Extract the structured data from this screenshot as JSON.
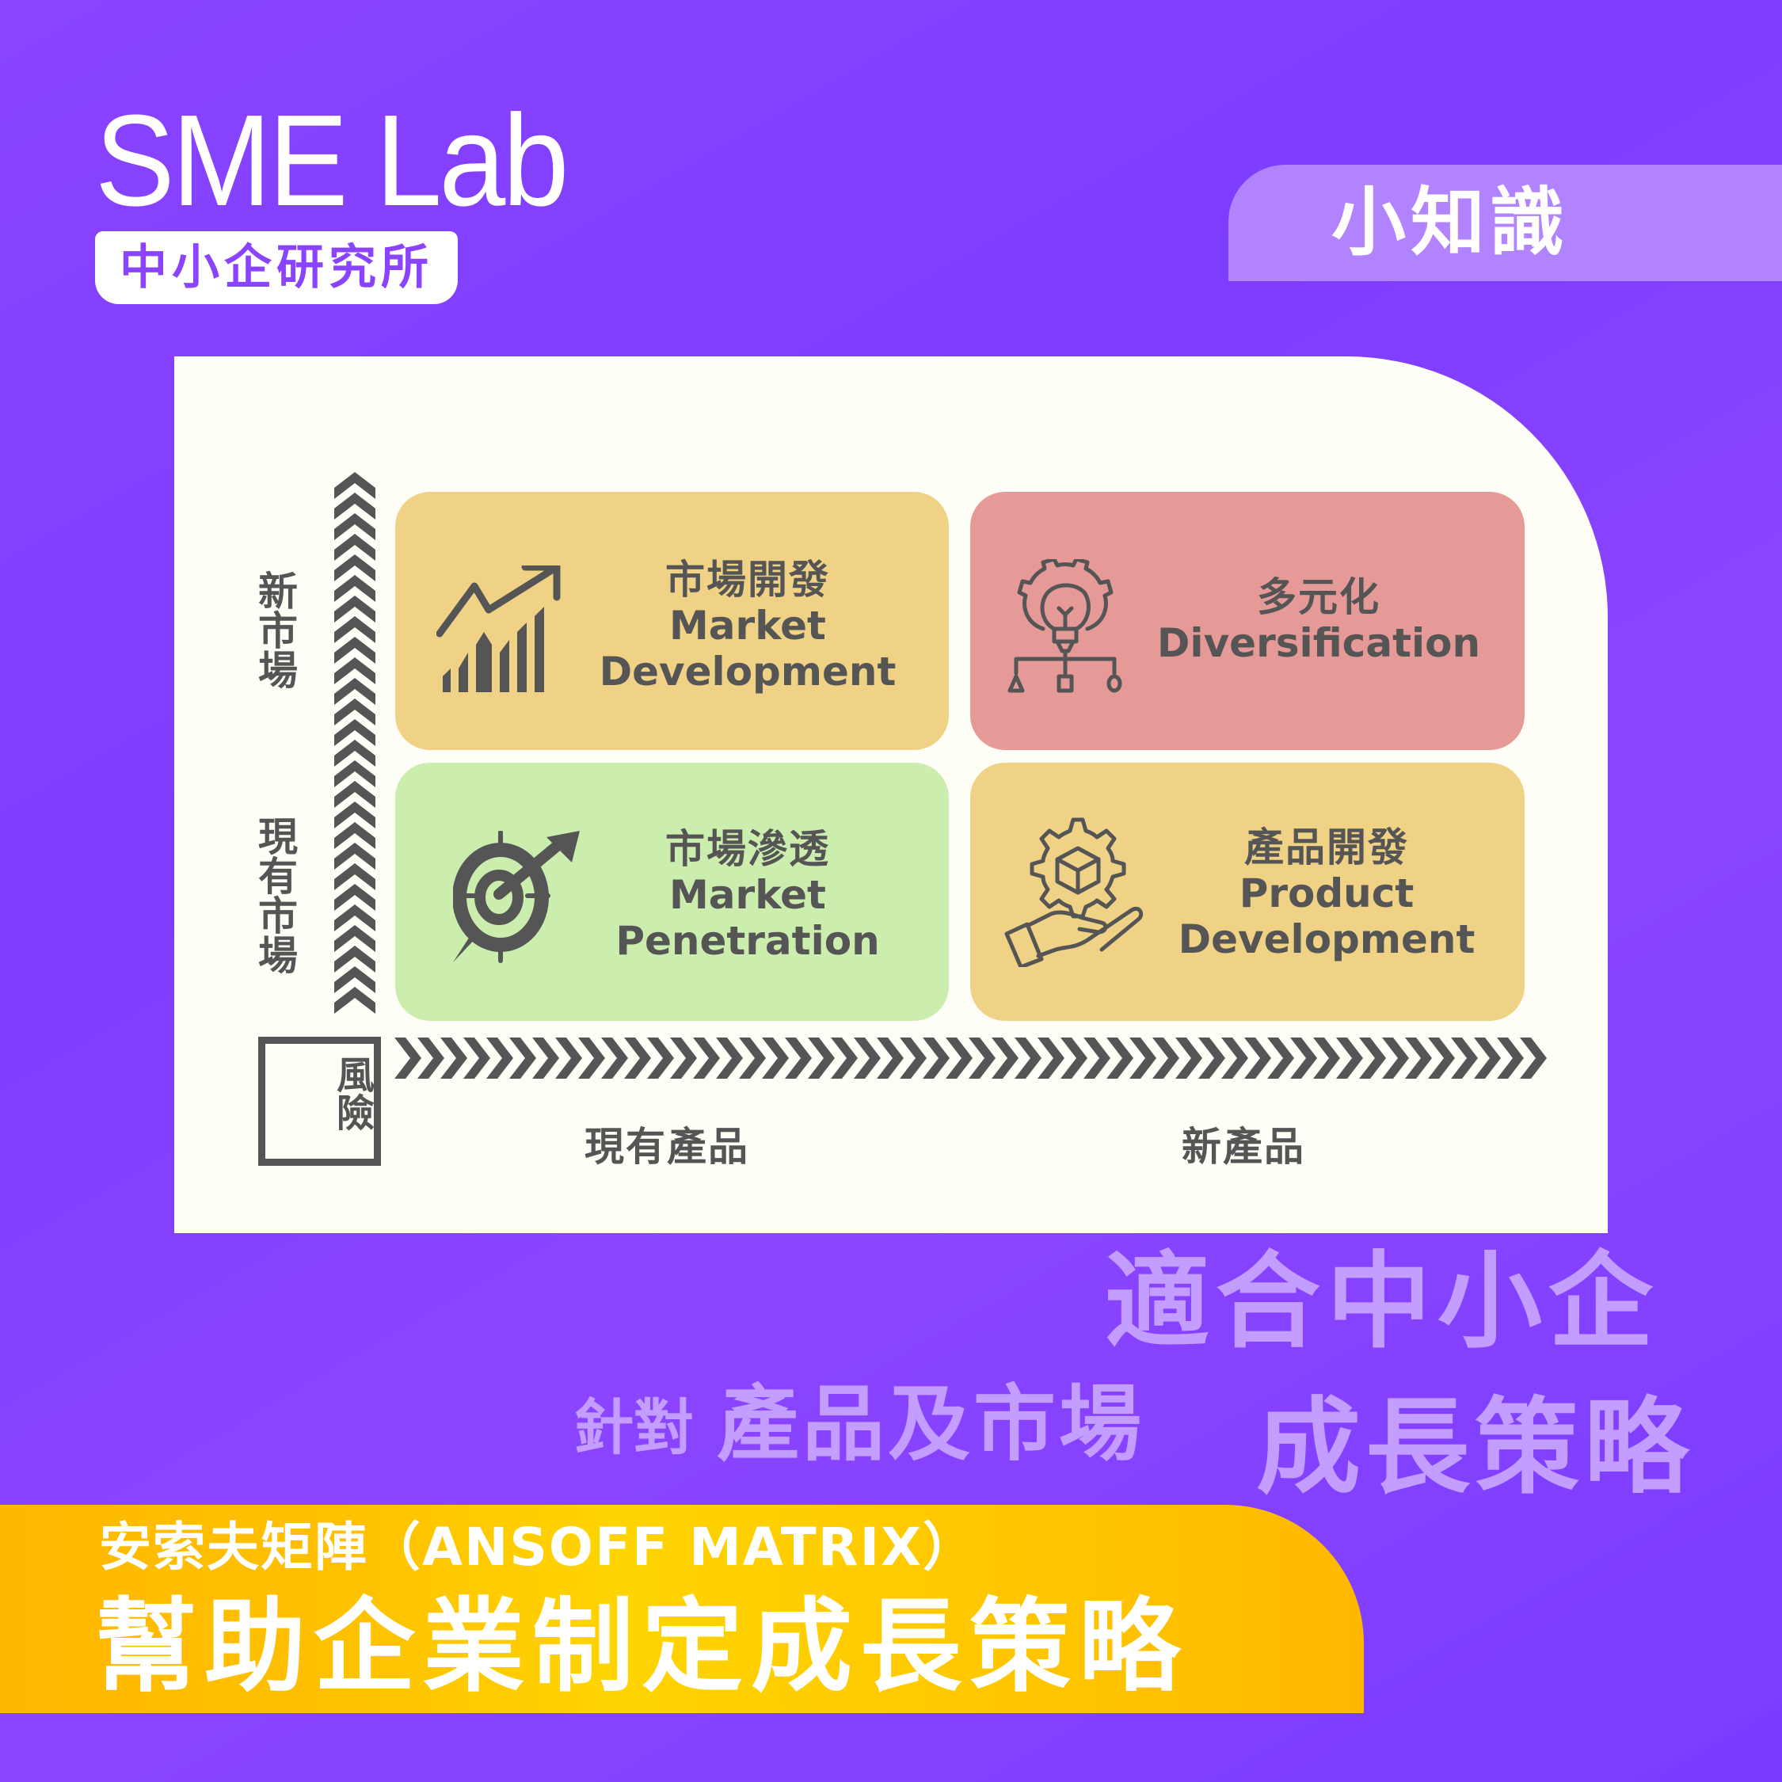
{
  "brand": {
    "logo_word": "SME Lab",
    "logo_subtitle": "中小企研究所"
  },
  "tag": {
    "label": "小知識"
  },
  "matrix": {
    "y_axis": {
      "top_label": "新市場",
      "bottom_label": "現有市場"
    },
    "x_axis": {
      "left_label": "現有產品",
      "right_label": "新產品"
    },
    "risk_label": "風險",
    "quadrants": [
      {
        "position": "top-left",
        "zh": "市場開發",
        "en_line1": "Market",
        "en_line2": "Development",
        "icon": "growth-chart-icon",
        "color": "#efd285"
      },
      {
        "position": "top-right",
        "zh": "多元化",
        "en_line1": "Diversification",
        "en_line2": "",
        "icon": "lightbulb-gear-icon",
        "color": "#e69a98"
      },
      {
        "position": "bottom-left",
        "zh": "市場滲透",
        "en_line1": "Market",
        "en_line2": "Penetration",
        "icon": "target-arrow-icon",
        "color": "#cbedad"
      },
      {
        "position": "bottom-right",
        "zh": "產品開發",
        "en_line1": "Product",
        "en_line2": "Development",
        "icon": "hand-gear-box-icon",
        "color": "#efd285"
      }
    ]
  },
  "slogan": {
    "line1": "適合中小企",
    "line2_small": "針對",
    "line2_large": "產品及市場",
    "line3": "成長策略"
  },
  "banner": {
    "subtitle": "安索夫矩陣（ANSOFF MATRIX）",
    "title": "幫助企業制定成長策略"
  },
  "colors": {
    "background": "#8a44ff",
    "tag": "#b183ff",
    "panel": "#fefef6",
    "text_dark": "#555555",
    "slogan": "#c39dff",
    "banner": "#ffc000"
  }
}
